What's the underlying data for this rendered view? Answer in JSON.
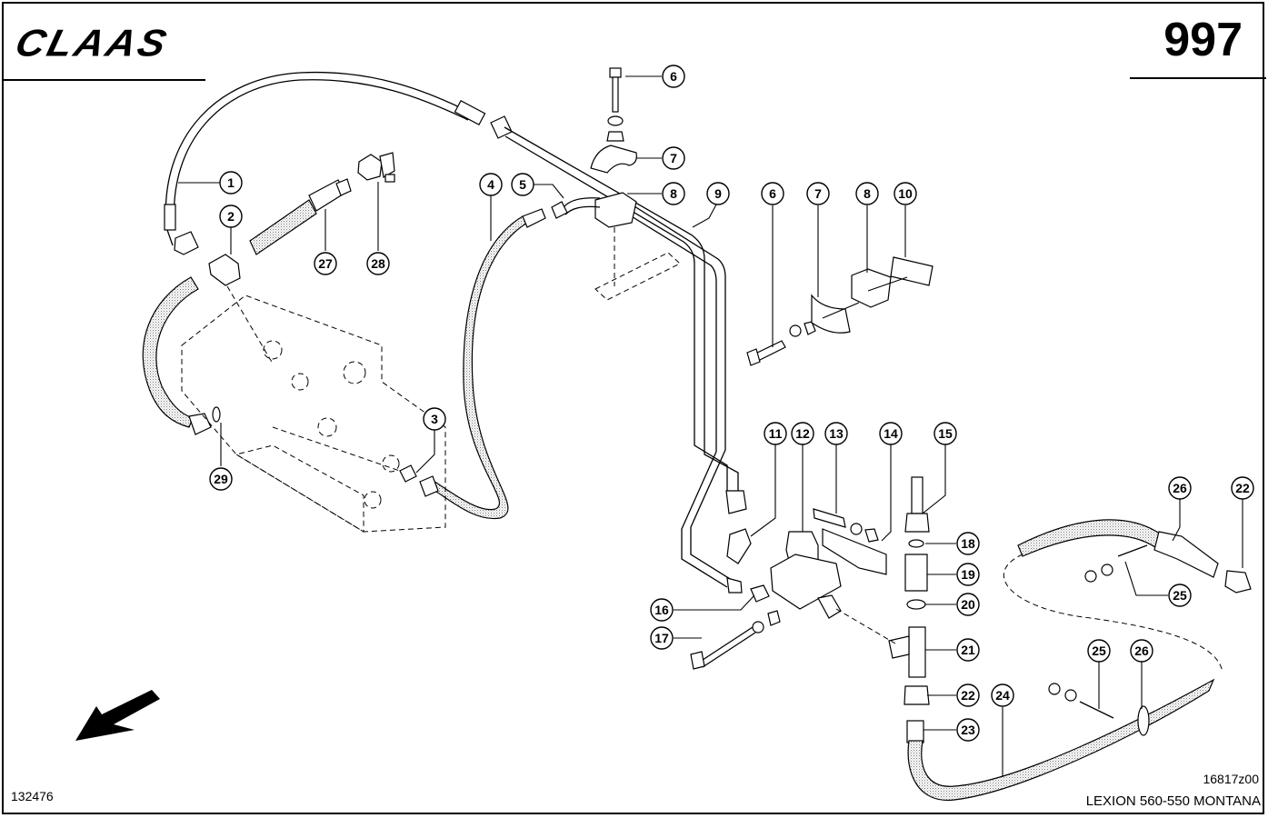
{
  "header": {
    "brand": "CLAAS",
    "page_number": "997"
  },
  "footer": {
    "document_id": "132476",
    "drawing_code": "16817z00",
    "model": "LEXION 560-550 MONTANA"
  },
  "orientation_arrow": {
    "icon": "direction-arrow-icon",
    "direction": "down-left"
  },
  "callouts": [
    {
      "id": "c1",
      "label": "1"
    },
    {
      "id": "c2",
      "label": "2"
    },
    {
      "id": "c3",
      "label": "3"
    },
    {
      "id": "c4",
      "label": "4"
    },
    {
      "id": "c5",
      "label": "5"
    },
    {
      "id": "c6a",
      "label": "6"
    },
    {
      "id": "c7a",
      "label": "7"
    },
    {
      "id": "c8a",
      "label": "8"
    },
    {
      "id": "c9",
      "label": "9"
    },
    {
      "id": "c6b",
      "label": "6"
    },
    {
      "id": "c7b",
      "label": "7"
    },
    {
      "id": "c8b",
      "label": "8"
    },
    {
      "id": "c10",
      "label": "10"
    },
    {
      "id": "c11",
      "label": "11"
    },
    {
      "id": "c12",
      "label": "12"
    },
    {
      "id": "c13",
      "label": "13"
    },
    {
      "id": "c14",
      "label": "14"
    },
    {
      "id": "c15",
      "label": "15"
    },
    {
      "id": "c16",
      "label": "16"
    },
    {
      "id": "c17",
      "label": "17"
    },
    {
      "id": "c18",
      "label": "18"
    },
    {
      "id": "c19",
      "label": "19"
    },
    {
      "id": "c20",
      "label": "20"
    },
    {
      "id": "c21",
      "label": "21"
    },
    {
      "id": "c22a",
      "label": "22"
    },
    {
      "id": "c23",
      "label": "23"
    },
    {
      "id": "c24",
      "label": "24"
    },
    {
      "id": "c25a",
      "label": "25"
    },
    {
      "id": "c26a",
      "label": "26"
    },
    {
      "id": "c25b",
      "label": "25"
    },
    {
      "id": "c26b",
      "label": "26"
    },
    {
      "id": "c22b",
      "label": "22"
    },
    {
      "id": "c27",
      "label": "27"
    },
    {
      "id": "c28",
      "label": "28"
    },
    {
      "id": "c29",
      "label": "29"
    }
  ]
}
